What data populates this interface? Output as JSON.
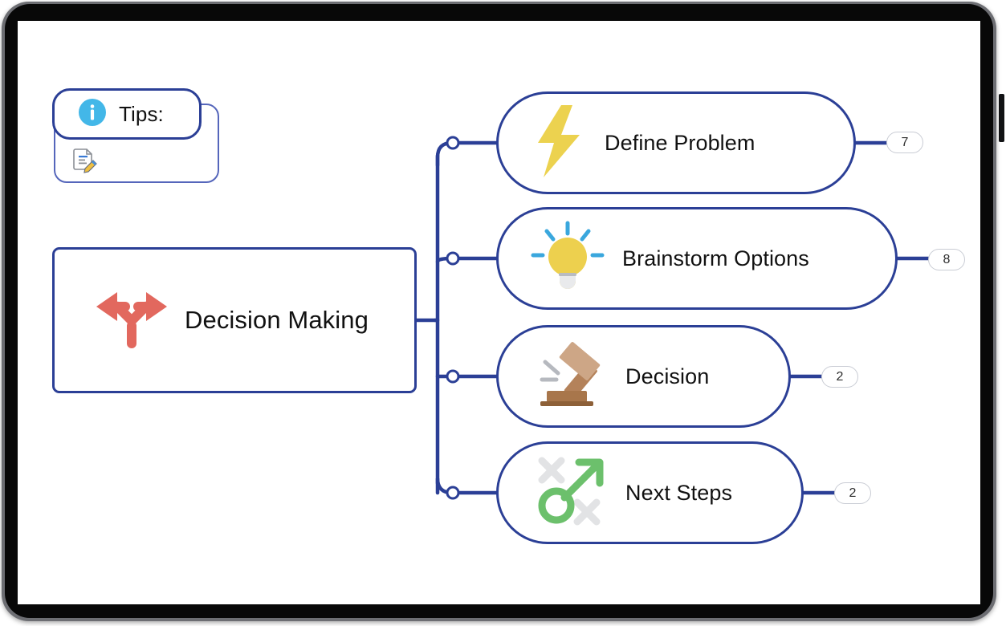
{
  "device": {
    "type": "tablet-frame",
    "side_button": "power-button"
  },
  "theme": {
    "node_border": "#2b3f96",
    "connector": "#2b3f96",
    "canvas_background": "#ffffff",
    "badge_border": "#c9ccd4",
    "root_icon_color": "#e2685e",
    "bolt_color": "#ecd24f",
    "bulb_color": "#edd04e",
    "bulb_ray_color": "#3aa7dd",
    "gavel_color": "#c9a183",
    "gavel_handle_color": "#a8764b",
    "next_steps_color": "#6cc06c",
    "info_badge_color": "#43b7e8"
  },
  "tips": {
    "label": "Tips:",
    "icon": "info-circle-icon",
    "memo_icon": "memo-pencil-icon"
  },
  "root": {
    "label": "Decision Making",
    "icon": "fork-arrows-icon"
  },
  "branches": [
    {
      "label": "Define Problem",
      "icon": "lightning-bolt-icon",
      "badge": "7"
    },
    {
      "label": "Brainstorm Options",
      "icon": "light-bulb-icon",
      "badge": "8"
    },
    {
      "label": "Decision",
      "icon": "gavel-icon",
      "badge": "2"
    },
    {
      "label": "Next Steps",
      "icon": "target-arrow-icon",
      "badge": "2"
    }
  ]
}
